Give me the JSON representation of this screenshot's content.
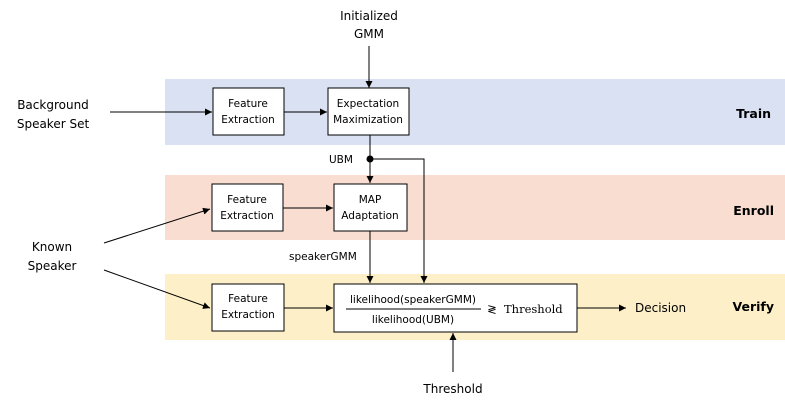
{
  "inputs": {
    "initialized_gmm": [
      "Initialized",
      "GMM"
    ],
    "background_speaker_set": [
      "Background",
      "Speaker Set"
    ],
    "known_speaker": [
      "Known",
      "Speaker"
    ],
    "threshold": "Threshold"
  },
  "bands": {
    "train": {
      "title": "Train",
      "color": "#d9e1f2"
    },
    "enroll": {
      "title": "Enroll",
      "color": "#f8ddd0"
    },
    "verify": {
      "title": "Verify",
      "color": "#fdf0c8"
    }
  },
  "boxes": {
    "train_feature": [
      "Feature",
      "Extraction"
    ],
    "em": [
      "Expectation",
      "Maximization"
    ],
    "enroll_feature": [
      "Feature",
      "Extraction"
    ],
    "map": [
      "MAP",
      "Adaptation"
    ],
    "verify_feature": [
      "Feature",
      "Extraction"
    ]
  },
  "labels": {
    "ubm": "UBM",
    "speaker_gmm": "speakerGMM",
    "decision": "Decision"
  },
  "formula": {
    "numerator": "likelihood(speakerGMM)",
    "denominator": "likelihood(UBM)",
    "comparator": "≷",
    "threshold_text": "Threshold"
  }
}
